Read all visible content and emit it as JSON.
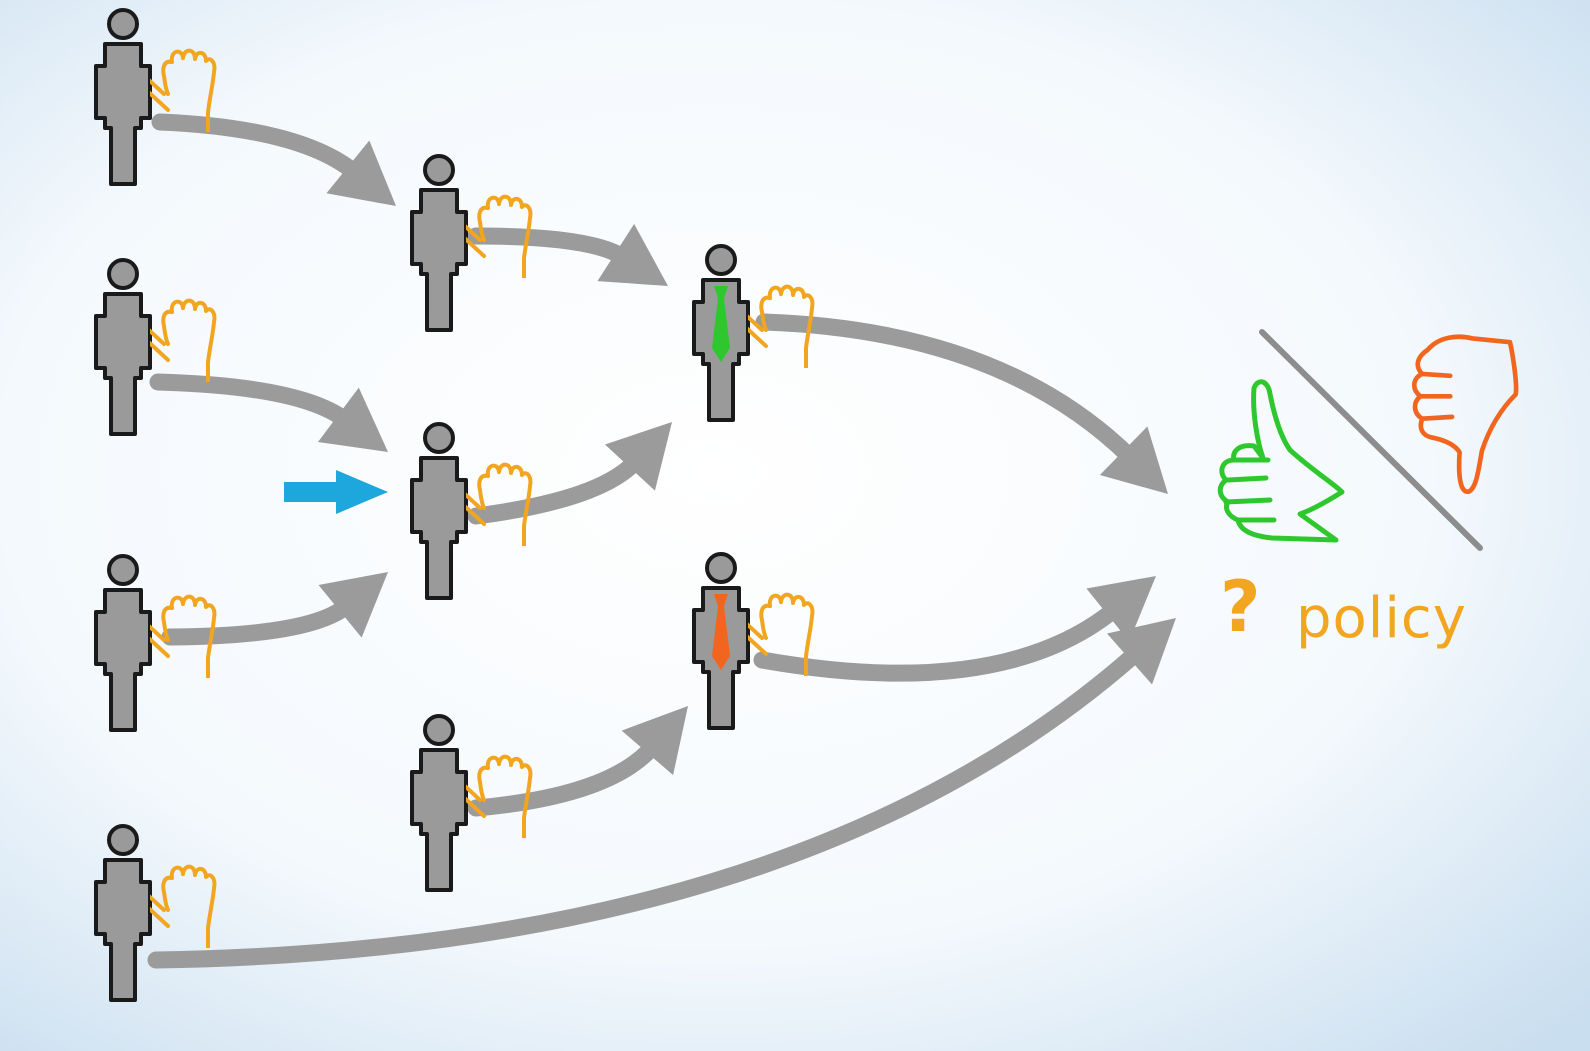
{
  "diagram": {
    "label": "policy",
    "question_mark": "?",
    "icons": {
      "person": "person-icon",
      "voting_hand": "raised-hand-icon",
      "approve": "thumbs-up-icon",
      "reject": "thumbs-down-icon",
      "highlight_arrow": "pointer-arrow-icon"
    },
    "colors": {
      "person_fill": "#9a9a9a",
      "person_outline": "#1a1a1a",
      "hand": "#f2a51e",
      "connector": "#9b9b9b",
      "pointer": "#1ea7dd",
      "approve": "#2ec82e",
      "reject": "#f2651e",
      "label": "#f2a51e",
      "divider": "#8d8d8d"
    },
    "delegates": [
      {
        "id": "p1",
        "tie": ""
      },
      {
        "id": "p2",
        "tie": ""
      },
      {
        "id": "p3",
        "tie": ""
      },
      {
        "id": "p4",
        "tie": ""
      },
      {
        "id": "p5",
        "tie": ""
      },
      {
        "id": "p6",
        "tie": ""
      },
      {
        "id": "p7",
        "tie": "green"
      },
      {
        "id": "p8",
        "tie": ""
      },
      {
        "id": "p9",
        "tie": ""
      },
      {
        "id": "p10",
        "tie": "orange"
      }
    ],
    "links": [
      {
        "from": "p1",
        "to": "p6"
      },
      {
        "from": "p2",
        "to": "p8"
      },
      {
        "from": "p3",
        "to": "p8"
      },
      {
        "from": "p6",
        "to": "p7"
      },
      {
        "from": "p8",
        "to": "p7"
      },
      {
        "from": "p9",
        "to": "p10"
      },
      {
        "from": "p7",
        "to": "policy"
      },
      {
        "from": "p10",
        "to": "policy"
      },
      {
        "from": "p4",
        "to": "policy"
      }
    ]
  }
}
